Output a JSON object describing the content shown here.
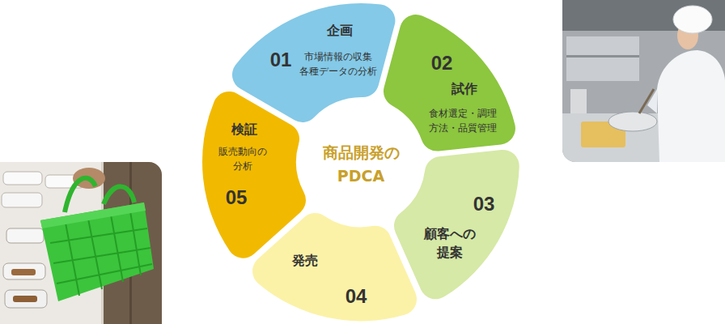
{
  "diagram": {
    "nodes": [
      {
        "text": [
          "商品開発の PDCA"
        ]
      },
      {
        "text": [
          "企画",
          "市場情報の収集 各種データの分析",
          "01"
        ]
      },
      {
        "text": [
          "02",
          "試作",
          "食材選定・調理 方法・品質管理"
        ]
      },
      {
        "text": [
          "03",
          "顧客への 提案"
        ]
      },
      {
        "text": [
          "発売",
          "04"
        ]
      },
      {
        "text": [
          "検証",
          "販売動向の 分析",
          "05"
        ]
      }
    ]
  }
}
